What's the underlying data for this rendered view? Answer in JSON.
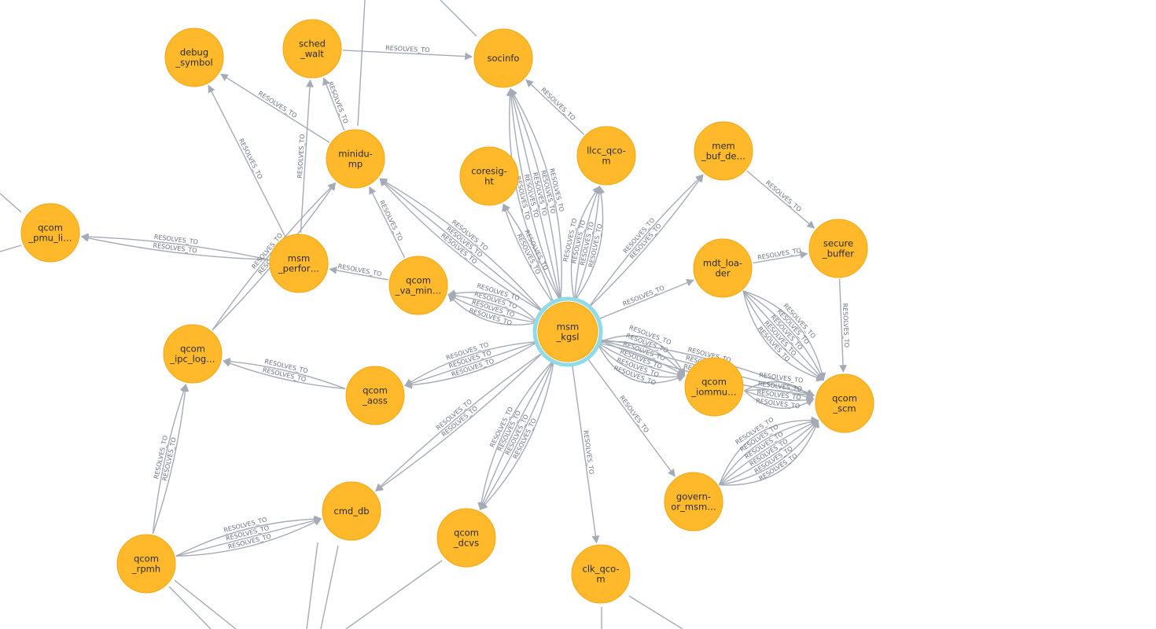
{
  "graph": {
    "edge_label": "RESOLVES_TO",
    "colors": {
      "node": "#ffb92a",
      "node_stroke": "#f3a712",
      "edge": "#a5abb6",
      "selected_halo": "#8fdce8"
    },
    "selected_node": "msm_kgsl",
    "nodes": [
      {
        "id": "debug_symbol",
        "lines": [
          "debug",
          "_symbol"
        ]
      },
      {
        "id": "sched_walt",
        "lines": [
          "sched",
          "_walt"
        ]
      },
      {
        "id": "socinfo",
        "lines": [
          "socinfo"
        ]
      },
      {
        "id": "minidump",
        "lines": [
          "minidu-",
          "mp"
        ]
      },
      {
        "id": "coresight",
        "lines": [
          "coresig-",
          "ht"
        ]
      },
      {
        "id": "llcc_qcom",
        "lines": [
          "llcc_qco-",
          "m"
        ]
      },
      {
        "id": "mem_buf_dev",
        "lines": [
          "mem",
          "_buf_de…"
        ]
      },
      {
        "id": "qcom_pmu_lib",
        "lines": [
          "qcom",
          "_pmu_li…"
        ]
      },
      {
        "id": "msm_performance",
        "lines": [
          "msm",
          "_perfor…"
        ]
      },
      {
        "id": "qcom_va_minidump",
        "lines": [
          "qcom",
          "_va_min…"
        ]
      },
      {
        "id": "mdt_loader",
        "lines": [
          "mdt_loa-",
          "der"
        ]
      },
      {
        "id": "secure_buffer",
        "lines": [
          "secure",
          "_buffer"
        ]
      },
      {
        "id": "msm_kgsl",
        "lines": [
          "msm",
          "_kgsl"
        ]
      },
      {
        "id": "qcom_ipc_logging",
        "lines": [
          "qcom",
          "_ipc_log…"
        ]
      },
      {
        "id": "qcom_aoss",
        "lines": [
          "qcom",
          "_aoss"
        ]
      },
      {
        "id": "qcom_iommu",
        "lines": [
          "qcom",
          "_iommu…"
        ]
      },
      {
        "id": "qcom_scm",
        "lines": [
          "qcom",
          "_scm"
        ]
      },
      {
        "id": "cmd_db",
        "lines": [
          "cmd_db"
        ]
      },
      {
        "id": "qcom_dcvs",
        "lines": [
          "qcom",
          "_dcvs"
        ]
      },
      {
        "id": "governor_msm",
        "lines": [
          "govern-",
          "or_msm…"
        ]
      },
      {
        "id": "qcom_rpmh",
        "lines": [
          "qcom",
          "_rpmh"
        ]
      },
      {
        "id": "clk_qcom",
        "lines": [
          "clk_qco-",
          "m"
        ]
      }
    ],
    "edges": [
      {
        "from": "sched_walt",
        "to": "socinfo",
        "count": 1
      },
      {
        "from": "minidump",
        "to": "debug_symbol",
        "count": 1
      },
      {
        "from": "msm_performance",
        "to": "debug_symbol",
        "count": 1
      },
      {
        "from": "msm_performance",
        "to": "sched_walt",
        "count": 1
      },
      {
        "from": "minidump",
        "to": "sched_walt",
        "count": 1
      },
      {
        "from": "msm_performance",
        "to": "qcom_pmu_lib",
        "count": 2
      },
      {
        "from": "qcom_ipc_logging",
        "to": "minidump",
        "count": 2
      },
      {
        "from": "qcom_va_minidump",
        "to": "minidump",
        "count": 1
      },
      {
        "from": "qcom_va_minidump",
        "to": "msm_performance",
        "count": 1
      },
      {
        "from": "msm_kgsl",
        "to": "minidump",
        "count": 3
      },
      {
        "from": "msm_kgsl",
        "to": "qcom_va_minidump",
        "count": 4
      },
      {
        "from": "msm_kgsl",
        "to": "socinfo",
        "count": 5
      },
      {
        "from": "msm_kgsl",
        "to": "coresight",
        "count": 2
      },
      {
        "from": "llcc_qcom",
        "to": "socinfo",
        "count": 1
      },
      {
        "from": "msm_kgsl",
        "to": "llcc_qcom",
        "count": 4
      },
      {
        "from": "msm_kgsl",
        "to": "mem_buf_dev",
        "count": 2
      },
      {
        "from": "mem_buf_dev",
        "to": "secure_buffer",
        "count": 1
      },
      {
        "from": "msm_kgsl",
        "to": "mdt_loader",
        "count": 1
      },
      {
        "from": "mdt_loader",
        "to": "secure_buffer",
        "count": 1
      },
      {
        "from": "secure_buffer",
        "to": "qcom_scm",
        "count": 1
      },
      {
        "from": "mdt_loader",
        "to": "qcom_scm",
        "count": 5
      },
      {
        "from": "msm_kgsl",
        "to": "qcom_iommu",
        "count": 6
      },
      {
        "from": "msm_kgsl",
        "to": "qcom_scm",
        "count": 3
      },
      {
        "from": "qcom_iommu",
        "to": "qcom_scm",
        "count": 4
      },
      {
        "from": "governor_msm",
        "to": "qcom_scm",
        "count": 6
      },
      {
        "from": "msm_kgsl",
        "to": "governor_msm",
        "count": 1
      },
      {
        "from": "qcom_aoss",
        "to": "qcom_ipc_logging",
        "count": 2
      },
      {
        "from": "msm_kgsl",
        "to": "qcom_aoss",
        "count": 3
      },
      {
        "from": "msm_kgsl",
        "to": "cmd_db",
        "count": 2
      },
      {
        "from": "msm_kgsl",
        "to": "qcom_dcvs",
        "count": 4
      },
      {
        "from": "msm_kgsl",
        "to": "clk_qcom",
        "count": 1
      },
      {
        "from": "qcom_rpmh",
        "to": "qcom_ipc_logging",
        "count": 2
      },
      {
        "from": "qcom_rpmh",
        "to": "cmd_db",
        "count": 3
      }
    ]
  }
}
